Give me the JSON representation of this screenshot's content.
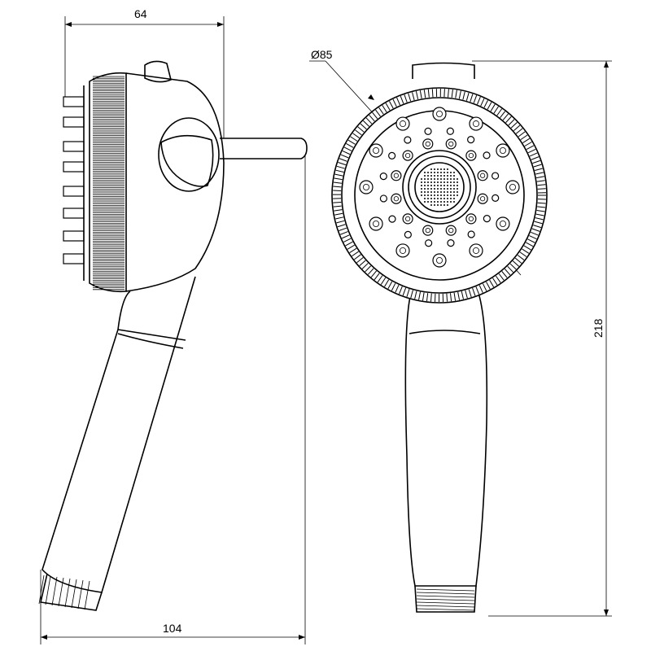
{
  "dimensions": {
    "side_width": "64",
    "total_depth": "104",
    "head_diameter": "Ø85",
    "total_height": "218"
  },
  "colors": {
    "line": "#000000",
    "background": "#ffffff"
  }
}
